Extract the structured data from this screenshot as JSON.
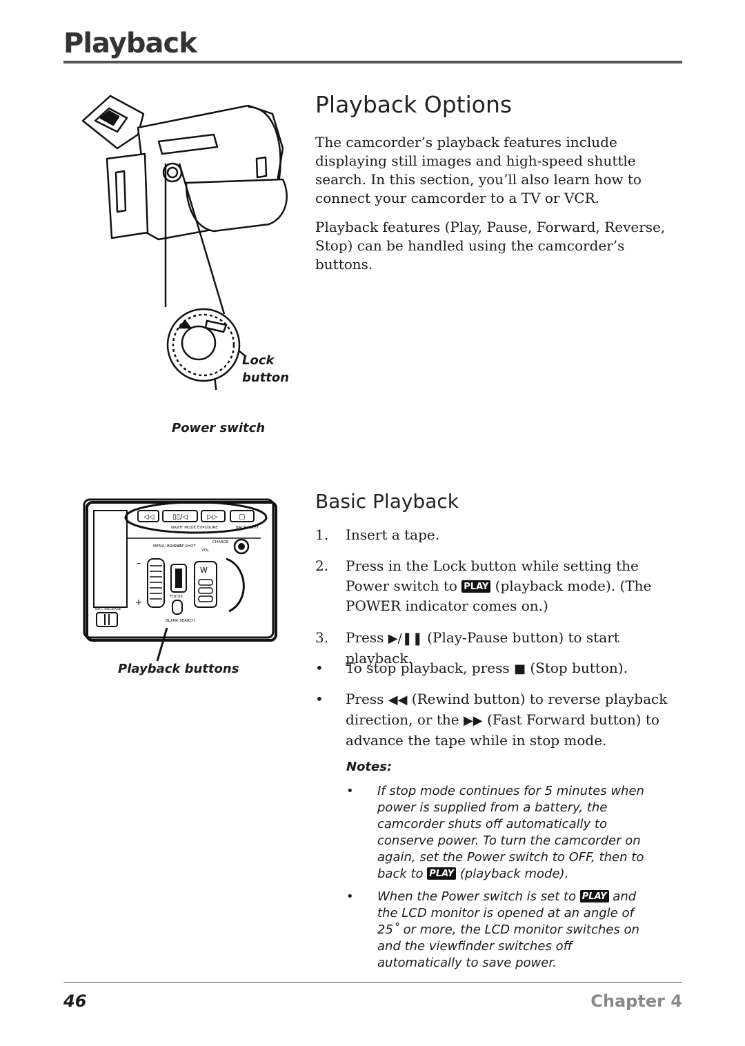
{
  "header": {
    "title": "Playback"
  },
  "section1": {
    "title": "Playback Options",
    "para1": "The camcorder’s playback features include displaying still images and high-speed shuttle search. In this section, you’ll also learn how to connect your camcorder to a TV or VCR.",
    "para2": "Playback features (Play, Pause, Forward, Reverse, Stop) can be handled using the camcorder’s buttons."
  },
  "figure1": {
    "lock_label_line1": "Lock",
    "lock_label_line2": "button",
    "power_label": "Power switch"
  },
  "figure2": {
    "label": "Playback buttons",
    "panel_labels": {
      "night_mode": "NIGHT MODE",
      "exposure": "EXPOSURE",
      "back_light": "BACK LIGHT",
      "charge": "CHARGE",
      "menu_bright": "MENU/ BRIGHT",
      "snapshot": "SNAP SHOT",
      "vol": "VOL.",
      "focus": "FOCUS",
      "bat_release": "BAT. RELEASE",
      "blank_search": "BLANK SEARCH",
      "w": "W"
    }
  },
  "section2": {
    "title": "Basic Playback",
    "steps": [
      {
        "num": "1.",
        "text": "Insert a tape."
      },
      {
        "num": "2.",
        "text_a": "Press in the Lock button while setting the Power switch to ",
        "badge": "PLAY",
        "text_b": " (playback mode). (The POWER indicator comes on.)"
      },
      {
        "num": "3.",
        "text_a": "Press ",
        "glyph": "▶/❚❚",
        "text_b": " (Play-Pause button) to start playback."
      }
    ],
    "bullets": [
      {
        "bul": "•",
        "text_a": "To stop playback, press ",
        "glyph": "■",
        "text_b": " (Stop button)."
      },
      {
        "bul": "•",
        "text_a": "Press ",
        "glyph": "◀◀",
        "text_b": " (Rewind button) to reverse playback direction, or the ",
        "glyph2": "▶▶",
        "text_c": " (Fast Forward button) to advance the tape while in stop mode."
      }
    ]
  },
  "notes": {
    "title": "Notes:",
    "items": [
      {
        "bul": "•",
        "text_a": "If stop mode continues for 5 minutes when power is supplied from a battery, the camcorder shuts off automatically to conserve power. To turn the camcorder on again, set the Power switch to OFF, then to back to ",
        "badge": "PLAY",
        "text_b": " (playback mode)."
      },
      {
        "bul": "•",
        "text_a": "When the Power switch is set to ",
        "badge": "PLAY",
        "text_b": " and the LCD monitor is opened at an angle of 25˚ or more, the LCD monitor switches on and the viewfinder switches off automatically to save power."
      }
    ]
  },
  "footer": {
    "page_number": "46",
    "chapter": "Chapter 4"
  }
}
